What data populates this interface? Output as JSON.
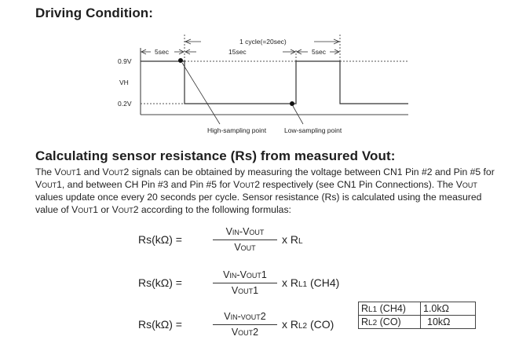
{
  "section1": {
    "title": "Driving Condition:"
  },
  "diagram": {
    "labels": {
      "high_voltage": "0.9V",
      "heater_voltage": "VH",
      "low_voltage": "0.2V",
      "cycle": "1 cycle(=20sec)",
      "high_time_1": "5sec",
      "low_time": "15sec",
      "high_time_2": "5sec",
      "high_sampling": "High-sampling point",
      "low_sampling": "Low-sampling point"
    },
    "timing_sec": {
      "cycle": 20,
      "high": 5,
      "low": 15
    },
    "voltage_levels_v": {
      "high": 0.9,
      "low": 0.2
    }
  },
  "section2": {
    "title": "Calculating sensor resistance (Rs) from measured Vout:",
    "paragraph": [
      [
        "The ",
        "Vout1",
        " and ",
        "Vout2",
        " signals can be obtained by measuring the voltage between CN1 Pin #2 and Pin #5 for"
      ],
      [
        "",
        "Vout1",
        ", and between CH Pin #3 and Pin #5 for ",
        "Vout2",
        " respectively (see CN1 Pin Connections).  The ",
        "Vout",
        ""
      ],
      [
        "values update once every 20 seconds per cycle. Sensor resistance (Rs) is calculated using the measured"
      ],
      [
        "value of ",
        "Vout1",
        " or ",
        "Vout2",
        " according to the following formulas:"
      ]
    ]
  },
  "formulas": [
    {
      "lhs": "Rs(kΩ) =",
      "numerator": "Vin-Vout",
      "denominator": "Vout",
      "rhs_main": "x R",
      "rhs_sub": "L",
      "rhs_suffix": ""
    },
    {
      "lhs": "Rs(kΩ) =",
      "numerator": "Vin-Vout1",
      "denominator": "Vout1",
      "rhs_main": "x R",
      "rhs_sub": "L1",
      "rhs_suffix": " (CH4)"
    },
    {
      "lhs": "Rs(kΩ) =",
      "numerator": "Vin-vout2",
      "denominator": "Vout2",
      "rhs_main": "x R",
      "rhs_sub": "L2",
      "rhs_suffix": " (CO)"
    }
  ],
  "load_resistors": {
    "rows": [
      {
        "name_main": "R",
        "name_sub": "L1",
        "name_suffix": " (CH4)",
        "value": "1.0kΩ"
      },
      {
        "name_main": "R",
        "name_sub": "L2",
        "name_suffix": " (CO)",
        "value": "10kΩ"
      }
    ]
  }
}
